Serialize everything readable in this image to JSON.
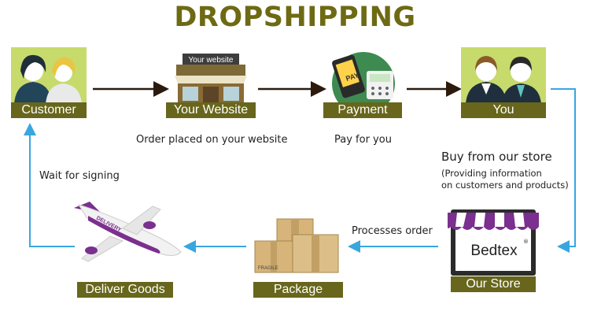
{
  "title": "DROPSHIPPING",
  "nodes": {
    "customer": {
      "label": "Customer"
    },
    "website": {
      "label": "Your Website",
      "sign_text": "Your website"
    },
    "payment": {
      "label": "Payment",
      "device_text": "PAY"
    },
    "you": {
      "label": "You"
    },
    "store": {
      "label": "Our Store",
      "logo_text": "Bedtex"
    },
    "package": {
      "label": "Package",
      "box_text": "FRAGILE"
    },
    "deliver": {
      "label": "Deliver Goods",
      "plane_text": "DELIVERY"
    }
  },
  "captions": {
    "order_placed": "Order placed on your website",
    "pay_for_you": "Pay for you",
    "buy_from_store": "Buy from our store",
    "providing_1": "(Providing information",
    "providing_2": "on customers and products)",
    "processes_order": "Processes order",
    "wait_for_signing": "Wait for signing"
  },
  "colors": {
    "title": "#6e6a14",
    "label_bg": "#67661c",
    "arrow_dark": "#2b1b0e",
    "arrow_blue": "#39a6e0",
    "plane_purple": "#7b2f8e",
    "box_tan": "#d6b47a"
  }
}
